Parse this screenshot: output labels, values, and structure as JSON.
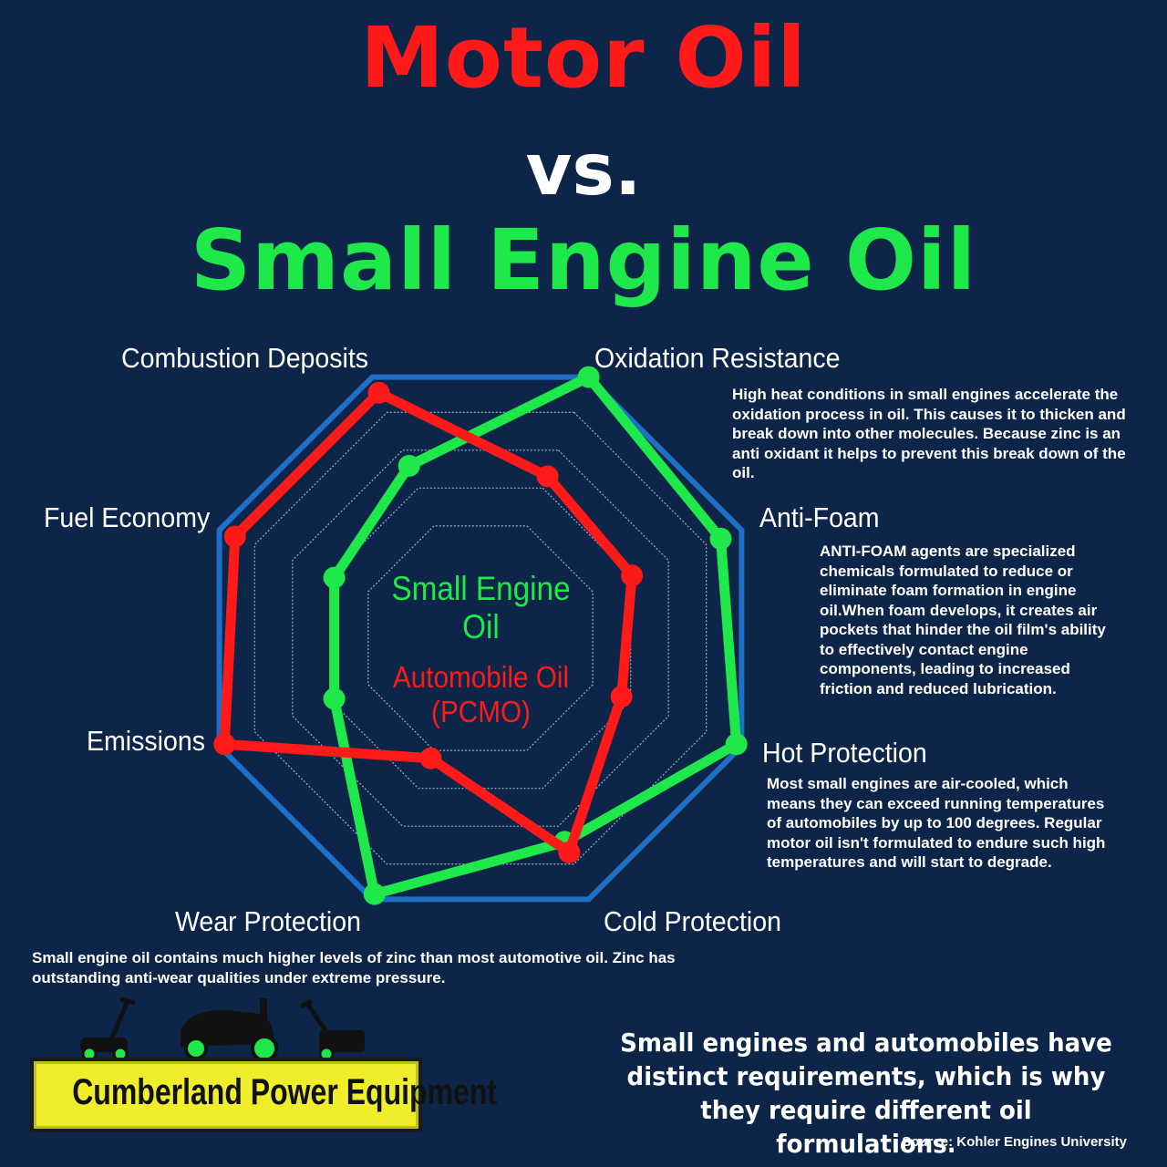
{
  "titles": {
    "line1": "Motor Oil",
    "line2": "vs.",
    "line3": "Small Engine Oil"
  },
  "colors": {
    "background": "#0c2548",
    "small_engine": "#1ee84a",
    "automobile": "#ff1a1a",
    "frame": "#1f6fc7",
    "logo_yellow": "#f0ee2a"
  },
  "center_legend": {
    "small_engine": "Small Engine Oil",
    "automobile_line1": "Automobile Oil",
    "automobile_line2": "(PCMO)"
  },
  "descriptions": {
    "oxidation": "High heat conditions in small engines accelerate the oxidation process in oil. This causes it to thicken and break down into other molecules. Because zinc is an anti oxidant it helps to prevent this break down of the oil.",
    "anti_foam": "ANTI-FOAM agents are specialized chemicals formulated to reduce or eliminate foam formation in engine oil.When foam develops, it creates air pockets that hinder the oil film's ability to effectively contact engine components, leading to increased friction and reduced lubrication.",
    "hot_protection": "Most small engines are air-cooled, which means they can exceed running temperatures of automobiles by up to 100 degrees. Regular motor oil isn't formulated to endure such high temperatures and will start to degrade.",
    "wear_protection": "Small engine oil contains much higher levels of zinc than most automotive oil. Zinc has outstanding anti-wear qualities under extreme pressure."
  },
  "closing": "Small engines and automobiles have distinct requirements, which is why they require different oil formulations.",
  "source": "Source: Kohler Engines University",
  "logo": {
    "text": "Cumberland Power Equipment",
    "icons": [
      "lawn-mower-icon",
      "riding-mower-icon",
      "snow-blower-icon"
    ]
  },
  "chart_data": {
    "type": "radar",
    "title": "",
    "axes": [
      "Oxidation Resistance",
      "Anti-Foam",
      "Hot Protection",
      "Cold Protection",
      "Wear Protection",
      "Emissions",
      "Fuel Economy",
      "Combustion Deposits"
    ],
    "scale_max": 5,
    "grid": true,
    "series": [
      {
        "name": "Small Engine Oil",
        "color": "#1ee84a",
        "values": [
          5,
          4.6,
          4.9,
          3.9,
          4.9,
          2.8,
          2.8,
          3.3
        ]
      },
      {
        "name": "Automobile Oil (PCMO)",
        "color": "#ff1a1a",
        "values": [
          3.1,
          2.9,
          2.7,
          4.1,
          2.3,
          4.9,
          4.7,
          4.7
        ]
      }
    ]
  }
}
